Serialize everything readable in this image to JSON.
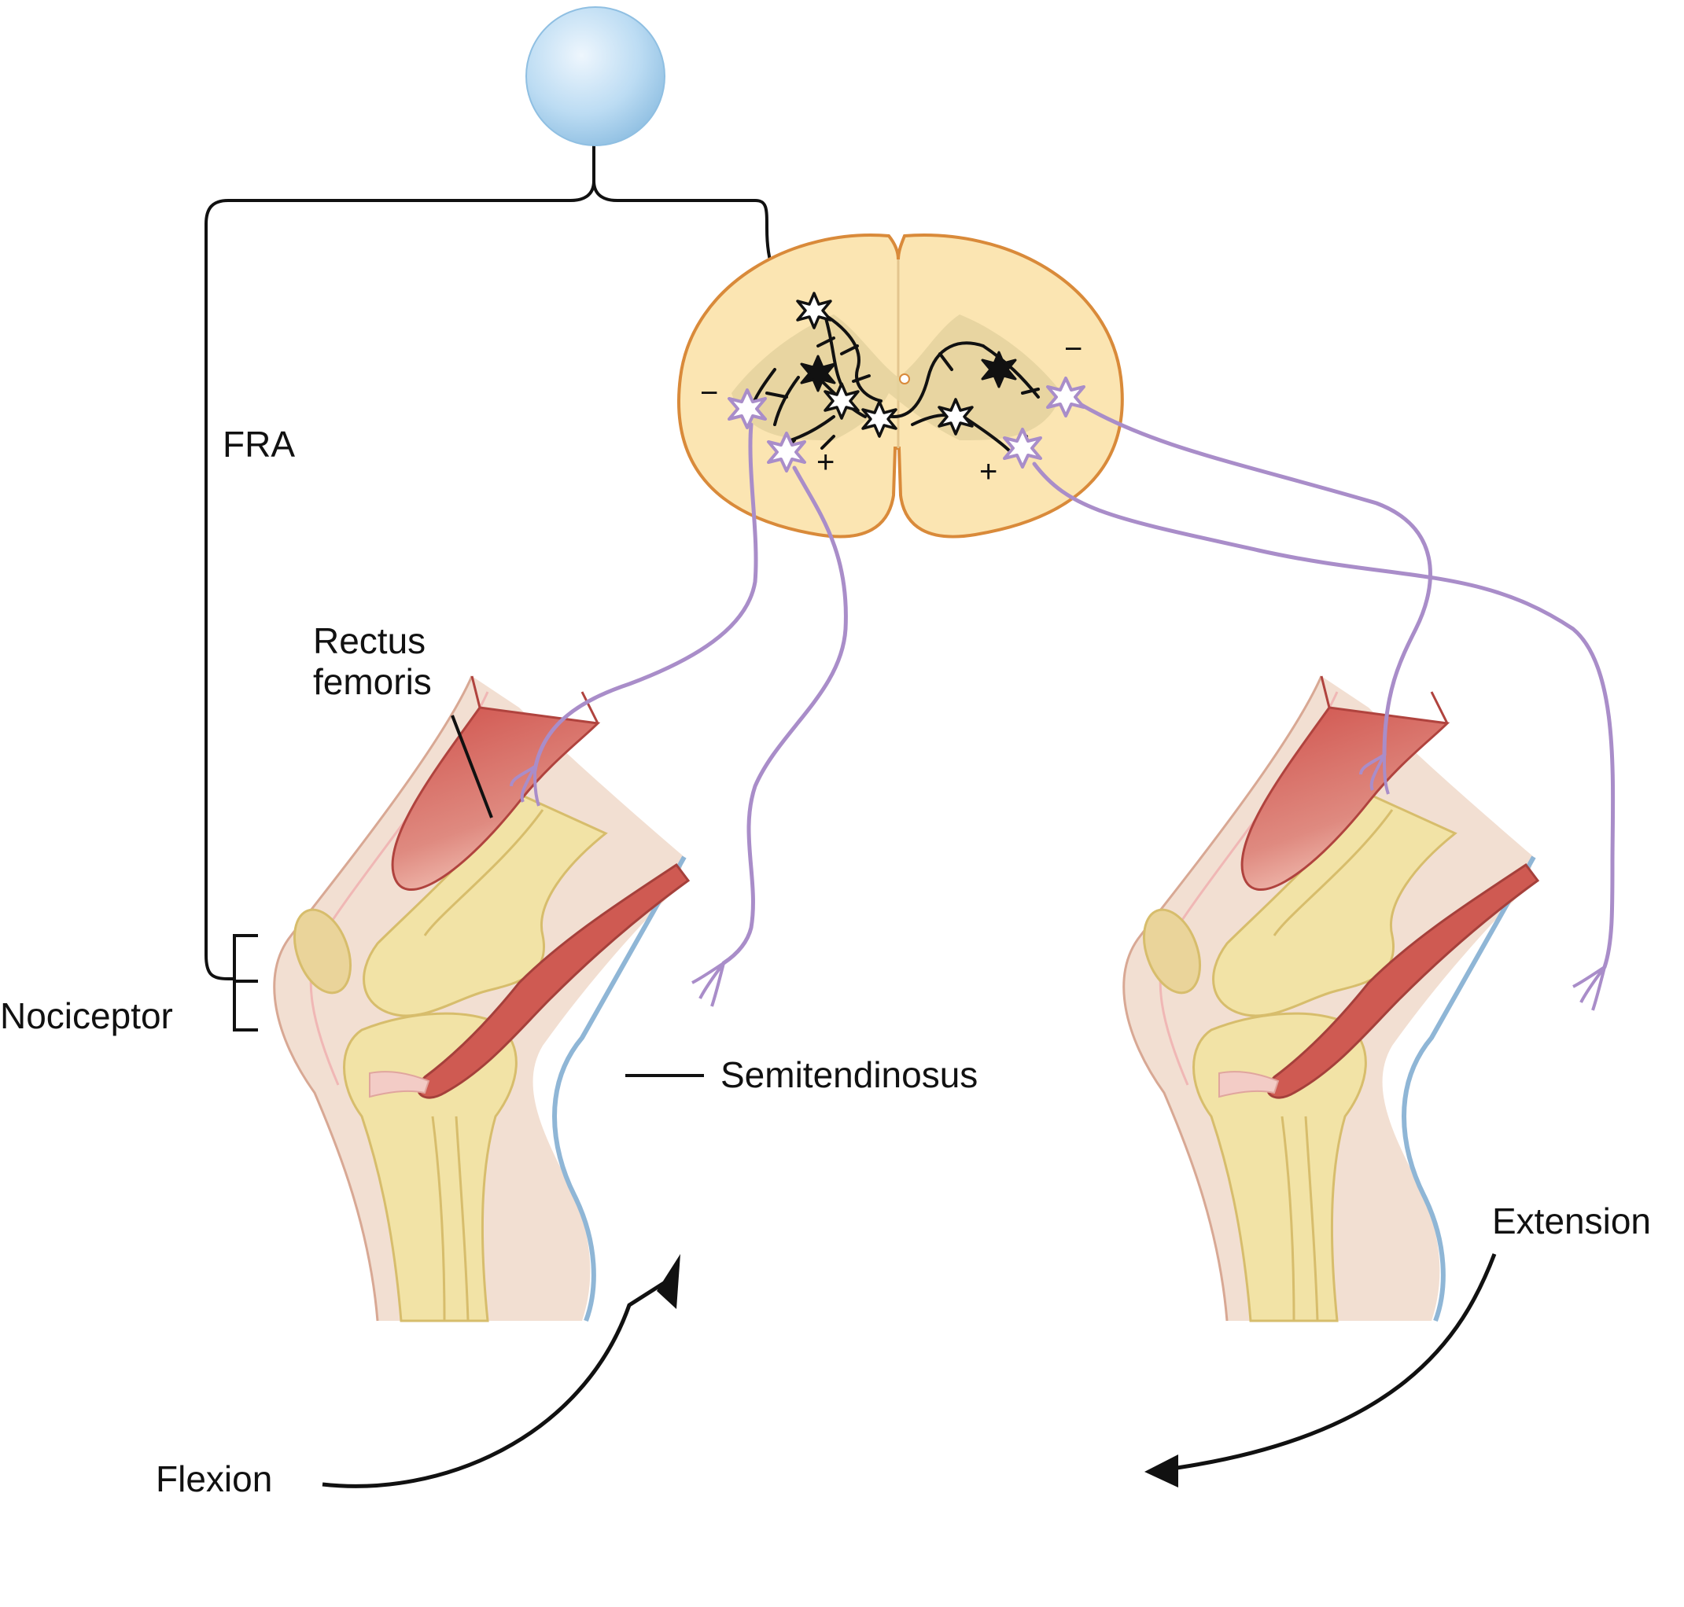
{
  "labels": {
    "fra": "FRA",
    "nociceptor": "Nociceptor",
    "rectus_femoris": "Rectus\nfemoris",
    "semitendinosus": "Semitendinosus",
    "flexion": "Flexion",
    "extension": "Extension"
  },
  "signs": {
    "left_inhibit": "−",
    "left_excite": "+",
    "right_inhibit": "−",
    "right_excite": "+"
  },
  "colors": {
    "motor_neuron": "#a98dc9",
    "muscle": "#d0524c",
    "bone": "#f2e3a6",
    "skin": "#f2dfd2",
    "spinal_cord": "#fbe5b2",
    "spinal_cord_border": "#d98a3a",
    "cell_body": "#bcdcf3"
  }
}
